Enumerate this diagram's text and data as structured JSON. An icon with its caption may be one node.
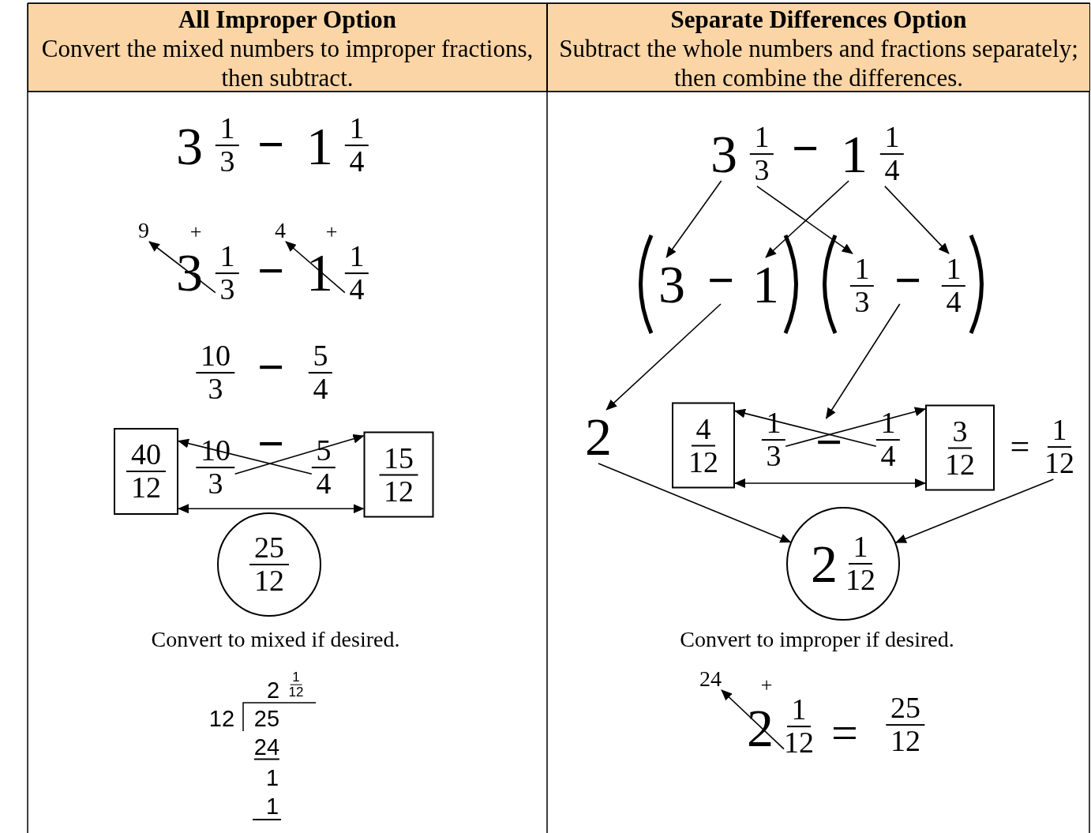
{
  "diagram": {
    "nodes": [
      {
        "text": [
          "All Improper Option",
          "Convert the mixed numbers to improper fractions, then subtract."
        ]
      },
      {
        "text": [
          "Separate Differences Option",
          "Subtract the whole numbers and fractions separately; then combine the differences."
        ]
      },
      {
        "text": [
          "1",
          "3"
        ]
      },
      {
        "text": [
          "9"
        ]
      },
      {
        "text": [
          "1",
          "4"
        ]
      },
      {
        "text": [
          "4"
        ]
      },
      {
        "text": [
          "40",
          "12"
        ]
      },
      {
        "text": [
          "10",
          "3"
        ]
      },
      {
        "text": [
          "5",
          "4"
        ]
      },
      {
        "text": [
          "15",
          "12"
        ]
      },
      {
        "text": [
          "25",
          "12"
        ]
      },
      {
        "text": [
          "3"
        ]
      },
      {
        "text": [
          "1",
          "3"
        ]
      },
      {
        "text": [
          "1"
        ]
      },
      {
        "text": [
          "1",
          "4"
        ]
      },
      {
        "text": [
          "3"
        ]
      },
      {
        "text": [
          "−"
        ]
      },
      {
        "text": [
          "1"
        ]
      },
      {
        "text": [
          "1",
          "3"
        ]
      },
      {
        "text": [
          "−"
        ]
      },
      {
        "text": [
          "1",
          "4"
        ]
      },
      {
        "text": [
          "2"
        ]
      },
      {
        "text": [
          "4",
          "12"
        ]
      },
      {
        "text": [
          "1",
          "3"
        ]
      },
      {
        "text": [
          "−"
        ]
      },
      {
        "text": [
          "1",
          "4"
        ]
      },
      {
        "text": [
          "3",
          "12"
        ]
      },
      {
        "text": [
          "1",
          "12"
        ]
      },
      {
        "text": [
          "2",
          "1",
          "12"
        ]
      },
      {
        "text": [
          "24"
        ]
      },
      {
        "text": [
          "1",
          "12"
        ]
      }
    ],
    "edges": [
      {
        "from": 2,
        "to": 3,
        "arrow": "to"
      },
      {
        "from": 4,
        "to": 5,
        "arrow": "to"
      },
      {
        "from": 8,
        "to": 6,
        "arrow": "to"
      },
      {
        "from": 7,
        "to": 9,
        "arrow": "to"
      },
      {
        "from": 6,
        "to": 9,
        "arrow": "both"
      },
      {
        "from": 11,
        "to": 15,
        "arrow": "to"
      },
      {
        "from": 12,
        "to": 18,
        "arrow": "to"
      },
      {
        "from": 13,
        "to": 17,
        "arrow": "to"
      },
      {
        "from": 14,
        "to": 20,
        "arrow": "to"
      },
      {
        "from": 16,
        "to": 21,
        "arrow": "to"
      },
      {
        "from": 19,
        "to": 24,
        "arrow": "to"
      },
      {
        "from": 25,
        "to": 22,
        "arrow": "to"
      },
      {
        "from": 23,
        "to": 26,
        "arrow": "to"
      },
      {
        "from": 22,
        "to": 26,
        "arrow": "both"
      },
      {
        "from": 21,
        "to": 28,
        "arrow": "to"
      },
      {
        "from": 27,
        "to": 28,
        "arrow": "to"
      },
      {
        "from": 30,
        "to": 29,
        "arrow": "to"
      }
    ],
    "labels": [
      "3",
      "1",
      "3",
      "−",
      "1",
      "1",
      "4",
      "+",
      "+",
      "3",
      "−",
      "1",
      "10",
      "3",
      "−",
      "5",
      "4",
      "−",
      "Convert to mixed if desired.",
      "2",
      "1",
      "12",
      "12",
      "25",
      "24",
      "1",
      "1",
      "−",
      "=",
      "Convert to improper if desired.",
      "+",
      "2",
      "=",
      "25",
      "12"
    ]
  }
}
